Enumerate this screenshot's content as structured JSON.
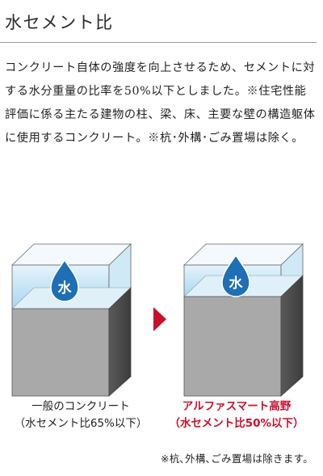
{
  "title": "水セメント比",
  "body": "コンクリート自体の強度を向上させるため、セメントに対する水分重量の比率を50%以下としました。※住宅性能評価に係る主たる建物の柱、梁、床、主要な壁の構造躯体に使用するコンクリート。※杭･外構･ごみ置場は除く。",
  "figure": {
    "left": {
      "icon_label": "水",
      "line1": "一般のコンクリート",
      "line2": "（水セメント比65%以下）"
    },
    "right": {
      "icon_label": "水",
      "line1": "アルファスマート高野",
      "line2": "（水セメント比50%以下）"
    }
  },
  "footnote": "※杭､外構､ごみ置場は除きます。",
  "colors": {
    "water": "#bfe2f4",
    "water_top": "#d9eef8",
    "concrete_front": "#a8a8a8",
    "concrete_side": "#4a4a4a",
    "drop": "#1e73b8",
    "arrow": "#c8102e",
    "highlight_text": "#c8102e"
  }
}
